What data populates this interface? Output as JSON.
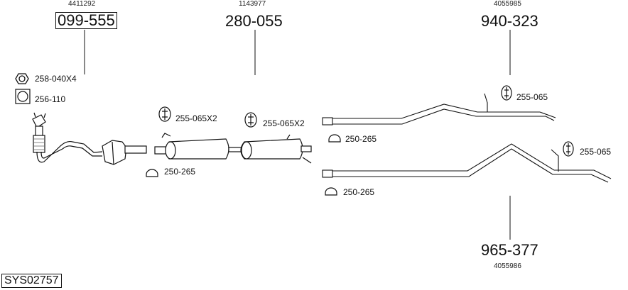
{
  "diagram": {
    "system_code": "SYS02757",
    "main_parts": [
      {
        "part_number": "099-555",
        "oe_number": "4411292",
        "boxed": true
      },
      {
        "part_number": "280-055",
        "oe_number": "1143977",
        "boxed": false
      },
      {
        "part_number": "940-323",
        "oe_number": "4055985",
        "boxed": false
      },
      {
        "part_number": "965-377",
        "oe_number": "4055986",
        "boxed": false
      }
    ],
    "accessories": [
      {
        "label": "258-040X4",
        "icon": "nut-icon"
      },
      {
        "label": "256-110",
        "icon": "gasket-icon"
      },
      {
        "label": "255-065X2",
        "icon": "rubber-mount-icon"
      },
      {
        "label": "255-065X2",
        "icon": "rubber-mount-icon"
      },
      {
        "label": "250-265",
        "icon": "clamp-icon"
      },
      {
        "label": "255-065",
        "icon": "rubber-mount-icon"
      },
      {
        "label": "250-265",
        "icon": "clamp-icon"
      },
      {
        "label": "255-065",
        "icon": "rubber-mount-icon"
      },
      {
        "label": "250-265",
        "icon": "clamp-icon"
      }
    ]
  }
}
